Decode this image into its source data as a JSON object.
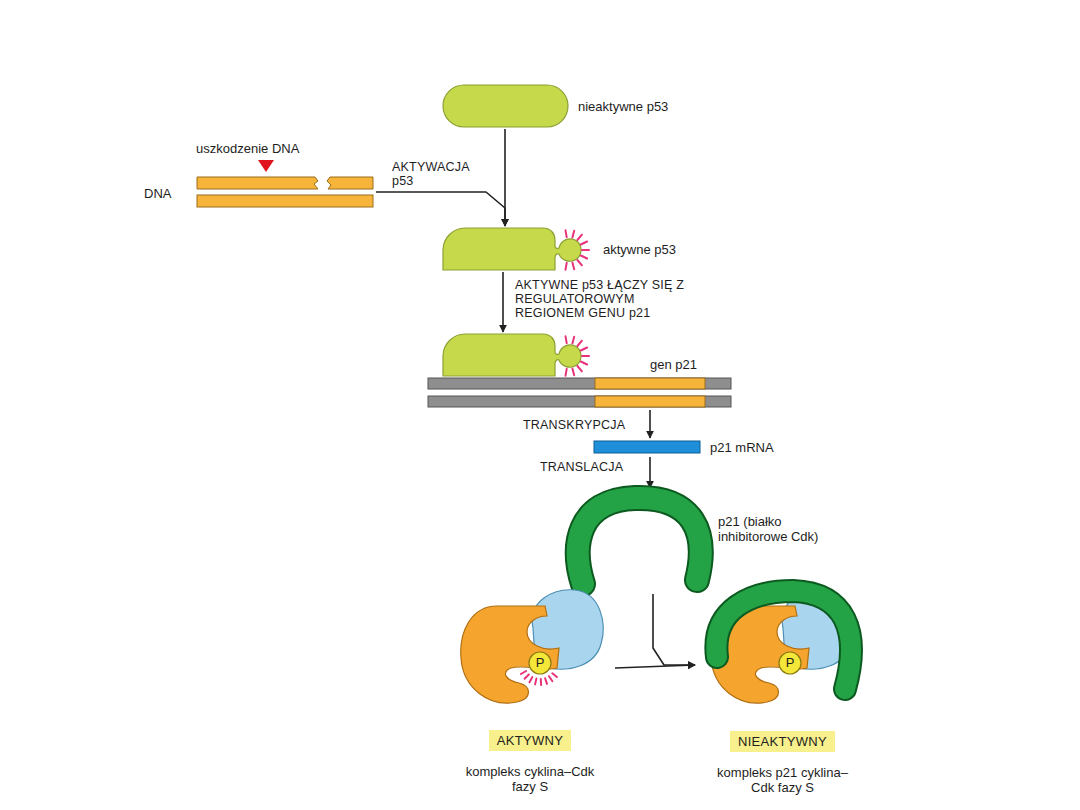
{
  "diagram": {
    "nodes": [
      {
        "text": [
          "DNA"
        ]
      },
      {
        "text": [
          "nieaktywne p53"
        ]
      },
      {
        "text": [
          "aktywne p53"
        ]
      },
      {
        "text": [
          "gen p21"
        ]
      },
      {
        "text": [
          "p21 mRNA"
        ]
      },
      {
        "text": [
          "p21 (białko inhibitorowe Cdk)"
        ]
      },
      {
        "text": [
          "AKTYWNY",
          "kompleks cyklina–Cdk fazy S"
        ]
      },
      {
        "text": [
          "P"
        ],
        "in": 6
      },
      {
        "text": [
          "NIEAKTYWNY",
          "kompleks p21 cyklina–Cdk fazy S"
        ]
      },
      {
        "text": [
          "P"
        ],
        "in": 8
      }
    ],
    "edges": [
      {
        "from": 0,
        "to": 2,
        "arrow": "to",
        "label": "AKTYWACJA p53"
      },
      {
        "from": 1,
        "to": 2,
        "arrow": "to"
      },
      {
        "from": 2,
        "to": 3,
        "arrow": "to",
        "label": "AKTYWNE p53 ŁĄCZY SIĘ Z REGULATOROWYM REGIONEM GENU p21"
      },
      {
        "from": 3,
        "to": 4,
        "arrow": "to",
        "label": "TRANSKRYPCJA"
      },
      {
        "from": 4,
        "to": 5,
        "arrow": "to",
        "label": "TRANSLACJA"
      },
      {
        "from": 5,
        "to": 8,
        "arrow": "to"
      },
      {
        "from": 6,
        "to": 8,
        "arrow": "to"
      }
    ],
    "labels": [
      "uszkodzenie DNA"
    ]
  }
}
